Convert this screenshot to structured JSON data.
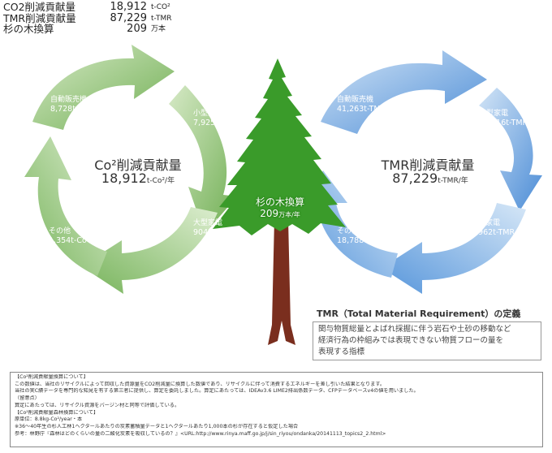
{
  "stats": [
    {
      "label": "CO2削減貢献量",
      "value": "18,912",
      "unit": "t-CO²"
    },
    {
      "label": "TMR削減貢献量",
      "value": "87,229",
      "unit": "t-TMR"
    },
    {
      "label": "杉の木換算",
      "value": "209",
      "unit": "万本"
    }
  ],
  "co2_cycle": {
    "title": "Co²削減貢献量",
    "value": "18,912",
    "unit": "t-Co²/年",
    "segments": [
      {
        "name": "自動販売機",
        "value": "8,728t-Co²"
      },
      {
        "name": "小型家電",
        "value": "7,925t-Co²"
      },
      {
        "name": "大型家電",
        "value": "904t-Co²"
      },
      {
        "name": "その他",
        "value": "1,354t-Co²"
      }
    ],
    "colors": {
      "light": "#cfe5bd",
      "dark": "#6aa84f"
    }
  },
  "tmr_cycle": {
    "title": "TMR削減貢献量",
    "value": "87,229",
    "unit": "t-TMR/年",
    "segments": [
      {
        "name": "自動販売機",
        "value": "41,263t-TMR"
      },
      {
        "name": "小型家電",
        "value": "22,216t-TMR"
      },
      {
        "name": "大型家電",
        "value": "4,962t-TMR"
      },
      {
        "name": "その他",
        "value": "18,788t-TMR"
      }
    ],
    "colors": {
      "light": "#c6dcf2",
      "dark": "#4a8ad4"
    }
  },
  "tree": {
    "title": "杉の木換算",
    "value": "209",
    "unit": "万本/年",
    "colors": {
      "foliage": "#3a9b2a",
      "trunk": "#7a2e1e"
    }
  },
  "definition": {
    "title": "TMR（Total Material Requirement）の定義",
    "lines": [
      "関与物質総量とよばれ採掘に伴う岩石や土砂の移動など",
      "経済行為の枠組みでは表現できない物質フローの量を",
      "表現する指標"
    ]
  },
  "notes": [
    "【Co²削減貢献量換算について】",
    "この数値は、当社のリサイクルによって回収した資源量をCO2削減量に換算した数値であり、リサイクルに伴って消費するエネルギーを差し引いた結果となります。",
    "当社の実C績データを専門的な知見を有する第三者に提供し、算定を委託しました。算定にあたっては、IDEAv3.6 LIME2排出係数データ、CFPデータベースv4の値を用いました。",
    "（留意点）",
    "算定にあたっては、リサイクル資源をバージン材と同等で評価している。",
    "【Co²削減貢献量森林換算について】",
    "原単位：8.8kg-Co²/year・本",
    "※36〜40年生の杉人工林1ヘクタールあたりの炭素蓄積量データと1ヘクタールあたり1,000本の杉が存在すると仮定した場合",
    "参考：林野庁『森林はどのくらいの量の二酸化炭素を吸収しているの？』<URL:http://www.rinya.maff.go.jp/j/sin_riyou/ondanka/20141113_topics2_2.html>"
  ]
}
